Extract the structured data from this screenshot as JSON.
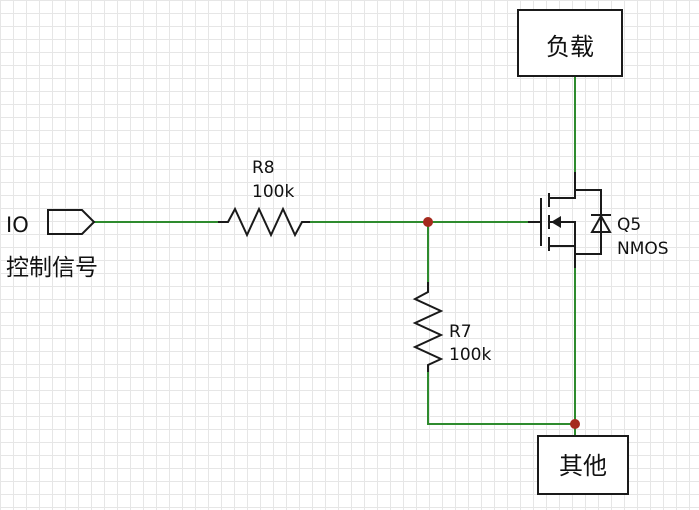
{
  "io_port": {
    "pin_label": "IO",
    "signal_label": "控制信号"
  },
  "r8": {
    "ref": "R8",
    "value": "100k"
  },
  "r7": {
    "ref": "R7",
    "value": "100k"
  },
  "q5": {
    "ref": "Q5",
    "type": "NMOS"
  },
  "load_box": {
    "label": "负载"
  },
  "other_box": {
    "label": "其他"
  },
  "colors": {
    "wire": "#2e8b2e",
    "junction": "#a52a1e",
    "symbol": "#1a1a1a",
    "grid": "#e6e6e6"
  }
}
